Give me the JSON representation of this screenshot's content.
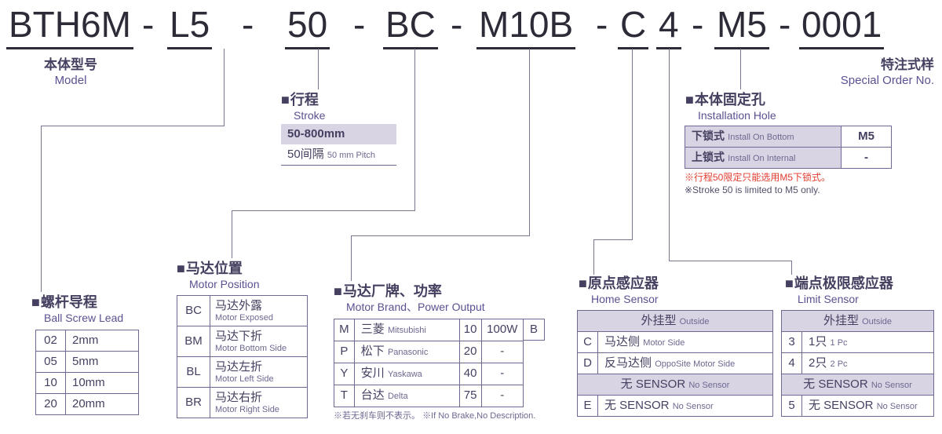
{
  "ui": {
    "bullet": "■"
  },
  "colors": {
    "purple": "#5a5190",
    "dark_text": "#453f60",
    "shade": "#d8d4e4",
    "border": "#6f6794",
    "red_note": "#e23b2e",
    "code_text": "#2e2b38"
  },
  "code": {
    "sep": "-",
    "segments": [
      "BTH6M",
      "L5",
      "50",
      "BC",
      "M10B",
      "C",
      "4",
      "M5",
      "0001"
    ]
  },
  "model_label": {
    "zh": "本体型号",
    "en": "Model"
  },
  "special_order": {
    "zh": "特注式样",
    "en": "Special Order No."
  },
  "lead": {
    "title_zh": "螺杆导程",
    "title_en": "Ball Screw Lead",
    "rows": [
      {
        "code": "02",
        "value": "2mm"
      },
      {
        "code": "05",
        "value": "5mm"
      },
      {
        "code": "10",
        "value": "10mm"
      },
      {
        "code": "20",
        "value": "20mm"
      }
    ]
  },
  "stroke": {
    "title_zh": "行程",
    "title_en": "Stroke",
    "range": "50-800mm",
    "pitch_zh": "50间隔",
    "pitch_en": "50 mm Pitch"
  },
  "motor_position": {
    "title_zh": "马达位置",
    "title_en": "Motor Position",
    "rows": [
      {
        "code": "BC",
        "zh": "马达外露",
        "en": "Motor Exposed"
      },
      {
        "code": "BM",
        "zh": "马达下折",
        "en": "Motor Bottom Side"
      },
      {
        "code": "BL",
        "zh": "马达左折",
        "en": "Motor Left Side"
      },
      {
        "code": "BR",
        "zh": "马达右折",
        "en": "Motor Right Side"
      }
    ]
  },
  "motor_brand": {
    "title_zh": "马达厂牌、功率",
    "title_en": "Motor Brand、Power Output",
    "rows": [
      {
        "code": "M",
        "brand_zh": "三菱",
        "brand_en": "Mitsubishi",
        "power_code": "10",
        "power": "100W"
      },
      {
        "code": "P",
        "brand_zh": "松下",
        "brand_en": "Panasonic",
        "power_code": "20",
        "power": "-"
      },
      {
        "code": "Y",
        "brand_zh": "安川",
        "brand_en": "Yaskawa",
        "power_code": "40",
        "power": "-"
      },
      {
        "code": "T",
        "brand_zh": "台达",
        "brand_en": "Delta",
        "power_code": "75",
        "power": "-"
      }
    ],
    "brake_code": "B",
    "note_zh": "※若无刹车则不表示。",
    "note_en": "※If No Brake,No Description."
  },
  "home_sensor": {
    "title_zh": "原点感应器",
    "title_en": "Home Sensor",
    "group_outside_zh": "外挂型",
    "group_outside_en": "Outside",
    "rows": [
      {
        "code": "C",
        "zh": "马达侧",
        "en": "Motor Side"
      },
      {
        "code": "D",
        "zh": "反马达侧",
        "en": "OppoSite Motor Side"
      }
    ],
    "group_none_zh": "无 SENSOR",
    "group_none_en": "No Sensor",
    "none_row": {
      "code": "E",
      "zh": "无 SENSOR",
      "en": "No Sensor"
    }
  },
  "limit_sensor": {
    "title_zh": "端点极限感应器",
    "title_en": "Limit Sensor",
    "group_outside_zh": "外挂型",
    "group_outside_en": "Outside",
    "rows": [
      {
        "code": "3",
        "zh": "1只",
        "en": "1 Pc"
      },
      {
        "code": "4",
        "zh": "2只",
        "en": "2 Pc"
      }
    ],
    "group_none_zh": "无 SENSOR",
    "group_none_en": "No Sensor",
    "none_row": {
      "code": "5",
      "zh": "无 SENSOR",
      "en": "No Sensor"
    }
  },
  "installation_hole": {
    "title_zh": "本体固定孔",
    "title_en": "Installation Hole",
    "rows": [
      {
        "zh": "下锁式",
        "en": "Install On Bottom",
        "value": "M5"
      },
      {
        "zh": "上锁式",
        "en": "Install On Internal",
        "value": "-"
      }
    ],
    "note_zh": "※行程50限定只能选用M5下锁式。",
    "note_en": "※Stroke 50 is limited to M5 only."
  }
}
